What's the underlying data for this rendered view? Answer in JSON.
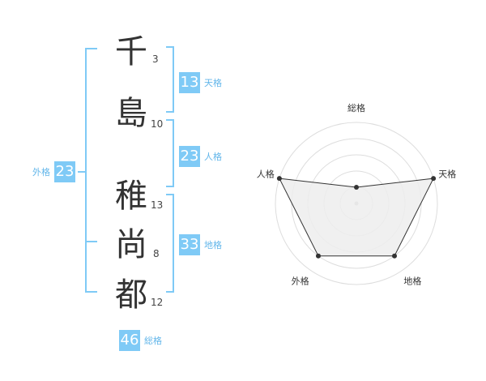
{
  "name": {
    "characters": [
      {
        "char": "千",
        "strokes": "3"
      },
      {
        "char": "島",
        "strokes": "10"
      },
      {
        "char": "稚",
        "strokes": "13"
      },
      {
        "char": "尚",
        "strokes": "8"
      },
      {
        "char": "都",
        "strokes": "12"
      }
    ]
  },
  "fortunes": {
    "tenkaku": {
      "value": "13",
      "label": "天格"
    },
    "jinkaku": {
      "value": "23",
      "label": "人格"
    },
    "chikaku": {
      "value": "33",
      "label": "地格"
    },
    "gaikaku": {
      "value": "23",
      "label": "外格"
    },
    "soukaku": {
      "value": "46",
      "label": "総格"
    }
  },
  "colors": {
    "bracket": "#7fcaf6",
    "badge_bg": "#7fcaf6",
    "badge_text": "#ffffff",
    "label_text": "#62b6ea",
    "radar_fill": "#ededed",
    "radar_line": "#333333",
    "grid": "#dddddd"
  },
  "chart_data": {
    "type": "radar",
    "axes": [
      "総格",
      "天格",
      "地格",
      "外格",
      "人格"
    ],
    "values": [
      1,
      5,
      4,
      4,
      5
    ],
    "range": [
      0,
      5
    ],
    "rings": 5
  }
}
